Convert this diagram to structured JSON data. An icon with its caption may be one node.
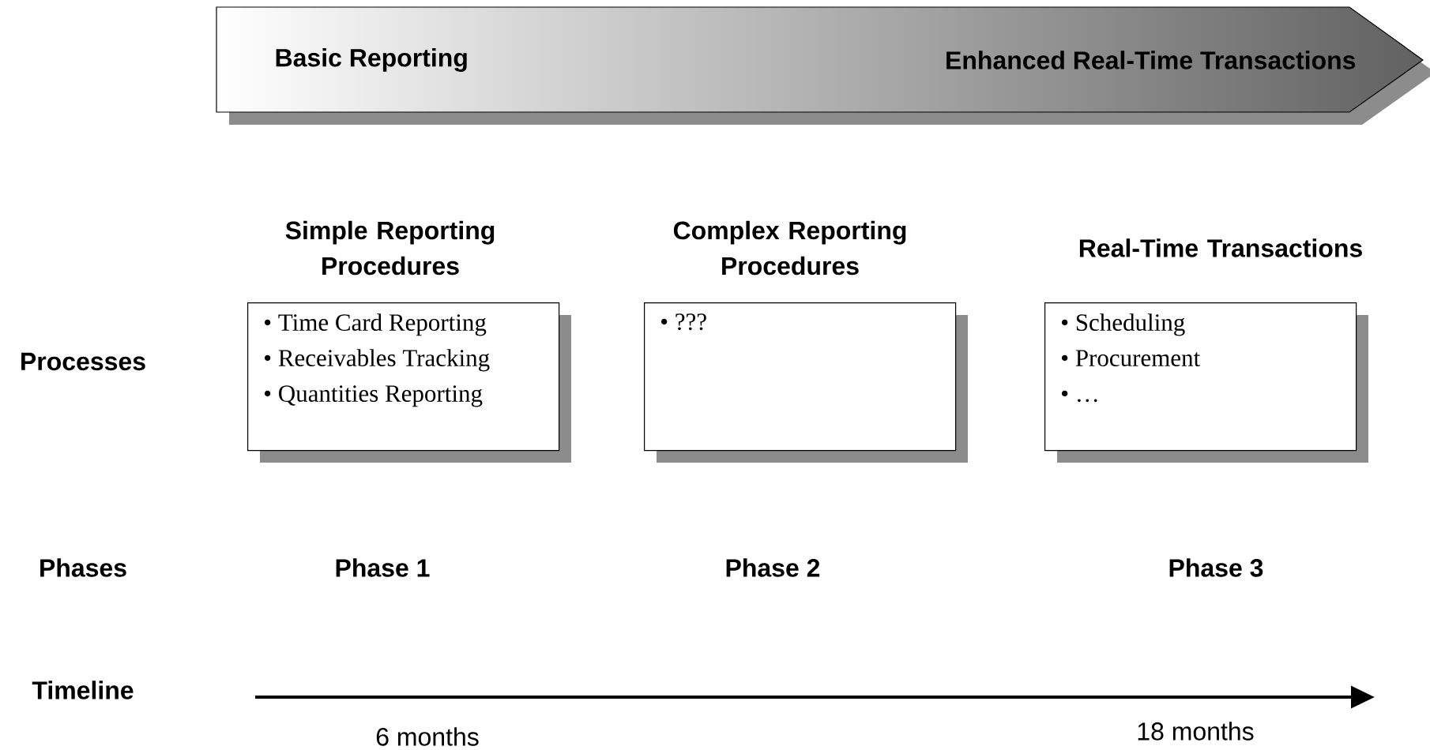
{
  "diagram": {
    "nodes": [
      {
        "text": [
          "Basic Reporting",
          "Enhanced Real-Time Transactions"
        ]
      },
      {
        "text": [
          "Simple Reporting Procedures",
          "• Time Card Reporting",
          "• Receivables Tracking",
          "• Quantities Reporting"
        ]
      },
      {
        "text": [
          "Complex Reporting Procedures",
          "• ???"
        ]
      },
      {
        "text": [
          "Real-Time Transactions",
          "• Scheduling",
          "• Procurement",
          "• …"
        ]
      }
    ],
    "labels": [
      "Processes",
      "Phases",
      "Phase 1",
      "Phase 2",
      "Phase 3",
      "Timeline",
      "6 months",
      "18 months"
    ]
  }
}
